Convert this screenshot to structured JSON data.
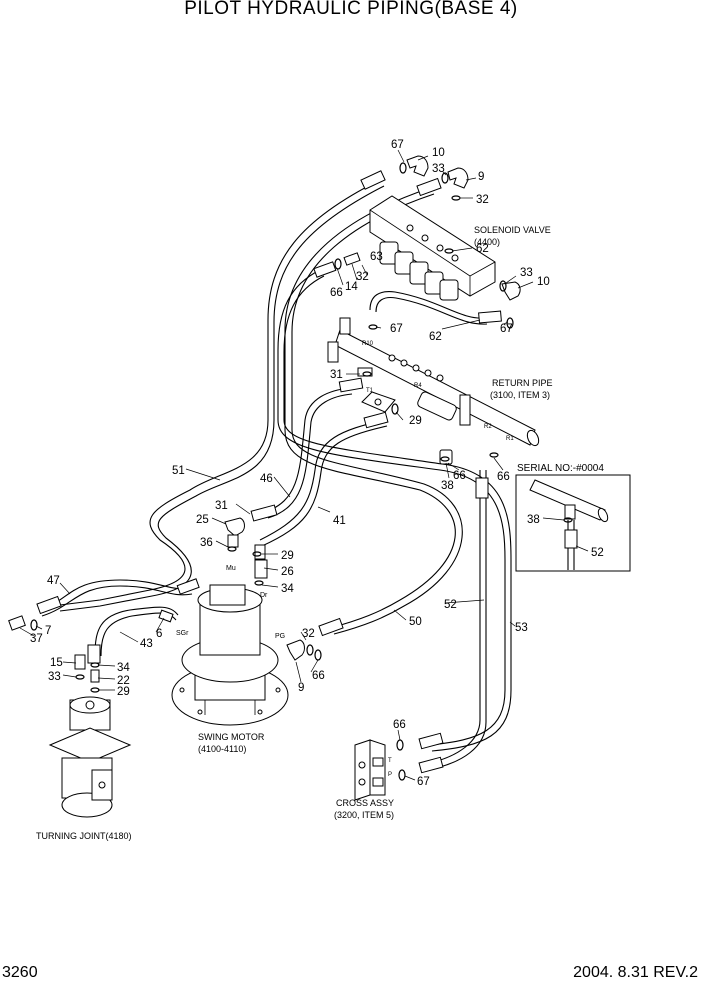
{
  "title": "PILOT HYDRAULIC PIPING(BASE 4)",
  "page_number": "3260",
  "revision": "2004. 8.31  REV.2",
  "captions": {
    "solenoid_valve": [
      "SOLENOID VALVE",
      "(4400)"
    ],
    "return_pipe": [
      "RETURN PIPE",
      "(3100, ITEM 3)"
    ],
    "serial_no": "SERIAL NO:-#0004",
    "swing_motor": [
      "SWING MOTOR",
      "(4100-4110)"
    ],
    "cross_assy": [
      "CROSS ASSY",
      "(3200, ITEM 5)"
    ],
    "turning_joint": "TURNING JOINT(4180)"
  },
  "port_labels": {
    "mu": "Mu",
    "dr": "Dr",
    "sgr": "SGr",
    "pg": "PG",
    "r10": "R10",
    "t1": "T1",
    "r4": "R4",
    "r2": "R2",
    "r1": "R1",
    "p": "P",
    "t": "T"
  },
  "callouts": [
    {
      "id": "c67a",
      "text": "67"
    },
    {
      "id": "c10a",
      "text": "10"
    },
    {
      "id": "c33a",
      "text": "33"
    },
    {
      "id": "c9a",
      "text": "9"
    },
    {
      "id": "c32a",
      "text": "32"
    },
    {
      "id": "c62",
      "text": "62"
    },
    {
      "id": "c63",
      "text": "63"
    },
    {
      "id": "c32b",
      "text": "32"
    },
    {
      "id": "c66a",
      "text": "66"
    },
    {
      "id": "c14",
      "text": "14"
    },
    {
      "id": "c33b",
      "text": "33"
    },
    {
      "id": "c10b",
      "text": "10"
    },
    {
      "id": "c67b",
      "text": "67"
    },
    {
      "id": "c62b",
      "text": "62"
    },
    {
      "id": "c67c",
      "text": "67"
    },
    {
      "id": "c31a",
      "text": "31"
    },
    {
      "id": "c29a",
      "text": "29"
    },
    {
      "id": "c38a",
      "text": "38"
    },
    {
      "id": "c66b",
      "text": "66"
    },
    {
      "id": "c66c",
      "text": "66"
    },
    {
      "id": "c51",
      "text": "51"
    },
    {
      "id": "c46",
      "text": "46"
    },
    {
      "id": "c31b",
      "text": "31"
    },
    {
      "id": "c25",
      "text": "25"
    },
    {
      "id": "c41",
      "text": "41"
    },
    {
      "id": "c36",
      "text": "36"
    },
    {
      "id": "c29b",
      "text": "29"
    },
    {
      "id": "c26",
      "text": "26"
    },
    {
      "id": "c34a",
      "text": "34"
    },
    {
      "id": "c38b",
      "text": "38"
    },
    {
      "id": "c52a",
      "text": "52"
    },
    {
      "id": "c47",
      "text": "47"
    },
    {
      "id": "c7",
      "text": "7"
    },
    {
      "id": "c37",
      "text": "37"
    },
    {
      "id": "c6",
      "text": "6"
    },
    {
      "id": "c43",
      "text": "43"
    },
    {
      "id": "c50",
      "text": "50"
    },
    {
      "id": "c52b",
      "text": "52"
    },
    {
      "id": "c53",
      "text": "53"
    },
    {
      "id": "c32c",
      "text": "32"
    },
    {
      "id": "c9b",
      "text": "9"
    },
    {
      "id": "c66d",
      "text": "66"
    },
    {
      "id": "c15",
      "text": "15"
    },
    {
      "id": "c34b",
      "text": "34"
    },
    {
      "id": "c33c",
      "text": "33"
    },
    {
      "id": "c22",
      "text": "22"
    },
    {
      "id": "c29c",
      "text": "29"
    },
    {
      "id": "c66e",
      "text": "66"
    },
    {
      "id": "c67d",
      "text": "67"
    }
  ]
}
